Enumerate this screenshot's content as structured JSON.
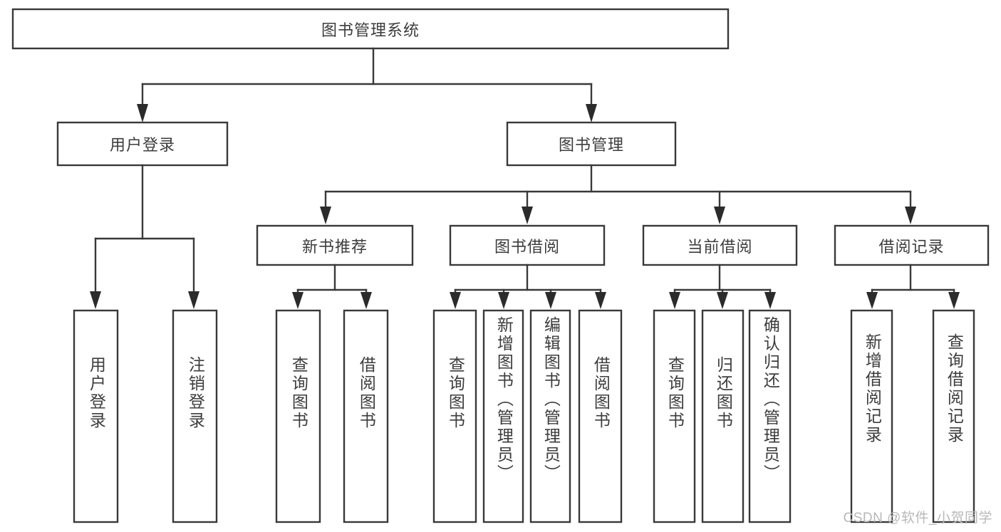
{
  "diagram": {
    "type": "hierarchy-tree",
    "orientation": "top-down",
    "root": {
      "id": "root",
      "label": "图书管理系统",
      "text_direction": "horizontal"
    },
    "level1": [
      {
        "id": "user-login",
        "label": "用户登录",
        "text_direction": "horizontal"
      },
      {
        "id": "book-management",
        "label": "图书管理",
        "text_direction": "horizontal"
      }
    ],
    "level2": [
      {
        "id": "new-book-recommend",
        "label": "新书推荐",
        "parent": "book-management",
        "text_direction": "horizontal"
      },
      {
        "id": "book-borrow",
        "label": "图书借阅",
        "parent": "book-management",
        "text_direction": "horizontal"
      },
      {
        "id": "current-borrow",
        "label": "当前借阅",
        "parent": "book-management",
        "text_direction": "horizontal"
      },
      {
        "id": "borrow-record",
        "label": "借阅记录",
        "parent": "book-management",
        "text_direction": "horizontal"
      }
    ],
    "leaves": [
      {
        "id": "leaf-user-login",
        "label": "用户登录",
        "parent": "user-login",
        "text_direction": "vertical"
      },
      {
        "id": "leaf-logout",
        "label": "注销登录",
        "parent": "user-login",
        "text_direction": "vertical"
      },
      {
        "id": "leaf-query-book-1",
        "label": "查询图书",
        "parent": "new-book-recommend",
        "text_direction": "vertical"
      },
      {
        "id": "leaf-borrow-book-1",
        "label": "借阅图书",
        "parent": "new-book-recommend",
        "text_direction": "vertical"
      },
      {
        "id": "leaf-query-book-2",
        "label": "查询图书",
        "parent": "book-borrow",
        "text_direction": "vertical"
      },
      {
        "id": "leaf-add-book",
        "label": "新增图书（管理员）",
        "parent": "book-borrow",
        "text_direction": "vertical"
      },
      {
        "id": "leaf-edit-book",
        "label": "编辑图书（管理员）",
        "parent": "book-borrow",
        "text_direction": "vertical"
      },
      {
        "id": "leaf-borrow-book-2",
        "label": "借阅图书",
        "parent": "book-borrow",
        "text_direction": "vertical"
      },
      {
        "id": "leaf-query-book-3",
        "label": "查询图书",
        "parent": "current-borrow",
        "text_direction": "vertical"
      },
      {
        "id": "leaf-return-book",
        "label": "归还图书",
        "parent": "current-borrow",
        "text_direction": "vertical"
      },
      {
        "id": "leaf-confirm-return",
        "label": "确认归还（管理员）",
        "parent": "current-borrow",
        "text_direction": "vertical"
      },
      {
        "id": "leaf-add-record",
        "label": "新增借阅记录",
        "parent": "borrow-record",
        "text_direction": "vertical"
      },
      {
        "id": "leaf-query-record",
        "label": "查询借阅记录",
        "parent": "borrow-record",
        "text_direction": "vertical"
      }
    ]
  },
  "watermark": {
    "text": "CSDN @软件_小贺同学"
  },
  "colors": {
    "background": "#ffffff",
    "box_fill": "#ffffff",
    "box_stroke": "#393939",
    "text": "#3c3c3c",
    "watermark": "#b8b8b8"
  }
}
